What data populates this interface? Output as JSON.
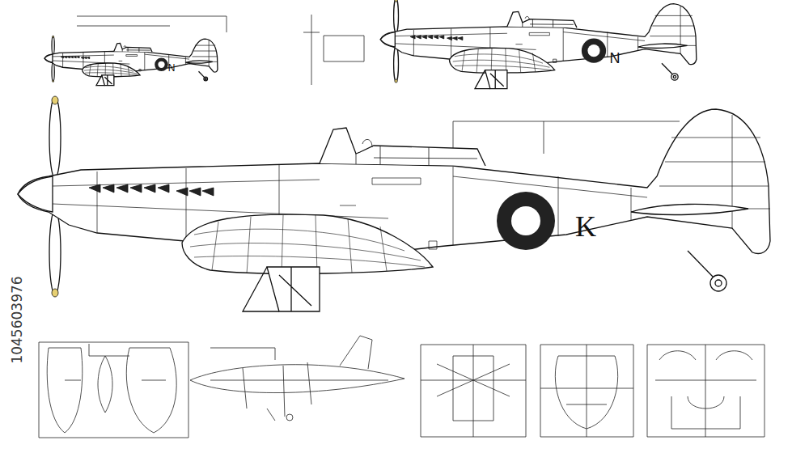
{
  "diagram": {
    "labels": [
      "N",
      "N",
      "K",
      "1045603976"
    ]
  }
}
